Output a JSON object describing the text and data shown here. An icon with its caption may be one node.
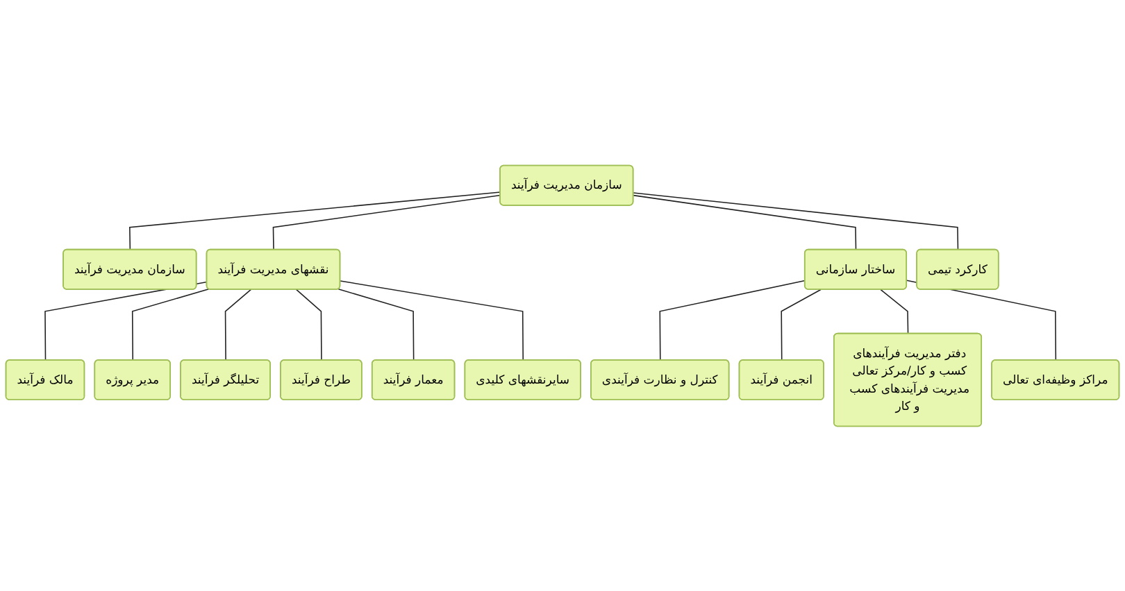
{
  "diagram": {
    "nodes": [
      {
        "text": [
          "سازمان مدیریت فرآیند"
        ]
      },
      {
        "text": [
          "سازمان مدیریت فرآیند"
        ]
      },
      {
        "text": [
          "نقشهای مدیریت فرآیند"
        ]
      },
      {
        "text": [
          "ساختار سازمانی"
        ]
      },
      {
        "text": [
          "کارکرد تیمی"
        ]
      },
      {
        "text": [
          "مالک فرآیند"
        ]
      },
      {
        "text": [
          "مدیر پروژه"
        ]
      },
      {
        "text": [
          "تحلیلگر فرآیند"
        ]
      },
      {
        "text": [
          "طراح فرآیند"
        ]
      },
      {
        "text": [
          "معمار فرآیند"
        ]
      },
      {
        "text": [
          "سایرنقشهای کلیدی"
        ]
      },
      {
        "text": [
          "کنترل و نظارت فرآیندی"
        ]
      },
      {
        "text": [
          "انجمن فرآیند"
        ]
      },
      {
        "text": [
          "دفتر مدیریت فرآیندهای کسب و کار/مرکز تعالی مدیریت فرآیندهای کسب و کار"
        ]
      },
      {
        "text": [
          "مراکز وظیفه‌ای تعالی"
        ]
      }
    ],
    "edges": [
      {
        "from": 0,
        "to": 1,
        "arrow": "none"
      },
      {
        "from": 0,
        "to": 2,
        "arrow": "none"
      },
      {
        "from": 0,
        "to": 3,
        "arrow": "none"
      },
      {
        "from": 0,
        "to": 4,
        "arrow": "none"
      },
      {
        "from": 2,
        "to": 5,
        "arrow": "none"
      },
      {
        "from": 2,
        "to": 6,
        "arrow": "none"
      },
      {
        "from": 2,
        "to": 7,
        "arrow": "none"
      },
      {
        "from": 2,
        "to": 8,
        "arrow": "none"
      },
      {
        "from": 2,
        "to": 9,
        "arrow": "none"
      },
      {
        "from": 2,
        "to": 10,
        "arrow": "none"
      },
      {
        "from": 3,
        "to": 11,
        "arrow": "none"
      },
      {
        "from": 3,
        "to": 12,
        "arrow": "none"
      },
      {
        "from": 3,
        "to": 13,
        "arrow": "none"
      },
      {
        "from": 3,
        "to": 14,
        "arrow": "none"
      }
    ]
  }
}
